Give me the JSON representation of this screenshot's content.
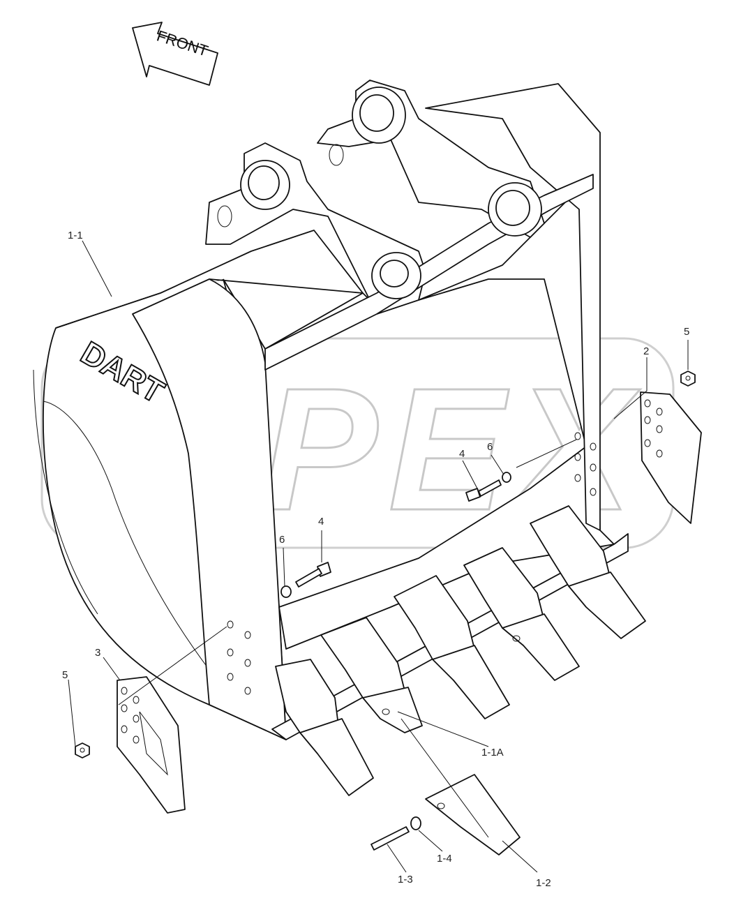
{
  "direction_arrow": {
    "label": "FRONT"
  },
  "brand": {
    "label": "DART"
  },
  "watermark": {
    "label": "OPEX"
  },
  "callouts": {
    "c_1_1": "1-1",
    "c_1_1a": "1-1A",
    "c_1_2": "1-2",
    "c_1_3": "1-3",
    "c_1_4": "1-4",
    "c_2": "2",
    "c_3": "3",
    "c_4_right": "4",
    "c_4_mid": "4",
    "c_5_right": "5",
    "c_5_left": "5",
    "c_6_right": "6",
    "c_6_mid": "6"
  }
}
